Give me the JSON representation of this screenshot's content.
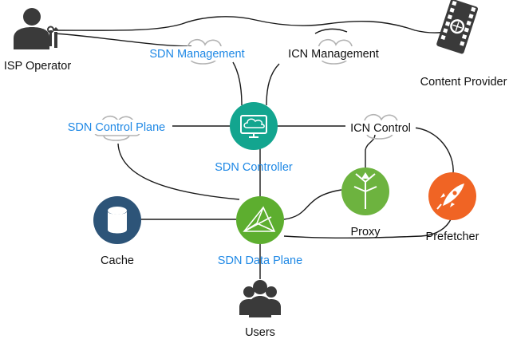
{
  "labels": {
    "isp_operator": "ISP Operator",
    "content_provider": "Content Provider",
    "sdn_management": "SDN Management",
    "icn_management": "ICN Management",
    "sdn_control_plane": "SDN Control Plane",
    "icn_control": "ICN Control",
    "sdn_controller": "SDN Controller",
    "proxy": "Proxy",
    "prefetcher": "Prefetcher",
    "cache": "Cache",
    "sdn_data_plane": "SDN Data Plane",
    "users": "Users"
  },
  "colors": {
    "blue_label": "#1e88e5",
    "controller": "#13a58f",
    "data_plane": "#5dae2f",
    "proxy": "#6db33f",
    "prefetcher": "#f06424",
    "cache": "#2d5478",
    "person": "#3a3a3a"
  },
  "icons": {
    "isp_operator": "operator-with-tools-icon",
    "content_provider": "film-reel-globe-icon",
    "sdn_controller": "monitor-cloud-icon",
    "sdn_data_plane": "network-mesh-icon",
    "proxy": "split-arrows-icon",
    "prefetcher": "rocket-icon",
    "cache": "database-cylinder-icon",
    "users": "user-group-icon"
  }
}
